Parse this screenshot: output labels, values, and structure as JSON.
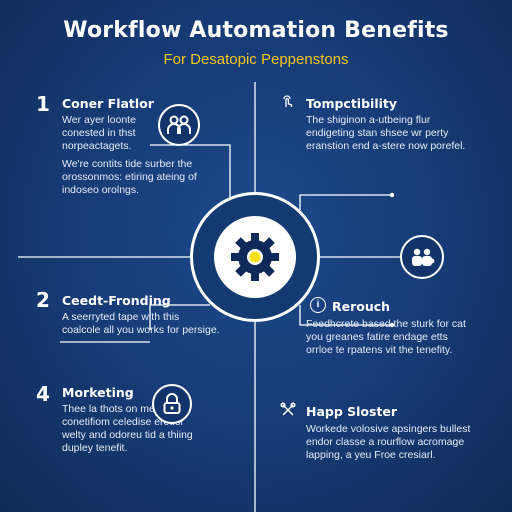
{
  "header": {
    "title": "Workflow Automation Benefits",
    "subtitle": "For Desatopic Peppenstons"
  },
  "colors": {
    "background": "#163a73",
    "accent": "#f5c518",
    "line": "#ffffff"
  },
  "hub": {
    "icon": "gear-icon"
  },
  "sections": [
    {
      "number": "1",
      "title": "Coner Flatlor",
      "icon": "people-icon",
      "text": "Wer ayer loonte conested in thst norpeactagets.",
      "text2": "We're contits tide surber the orossonmos: etiring ateing of indoseo orolngs."
    },
    {
      "number": "",
      "title": "Tompctibility",
      "icon": "touch-icon",
      "text": "The shiginon a-utbeing flur endigeting stan shsee wr perty eranstion end a-stere now porefel."
    },
    {
      "number": "2",
      "title": "Ceedt-Fronding",
      "icon": "",
      "text": "A seerryted tape with this coalcole all you works for persige."
    },
    {
      "number": "",
      "title": "Rerouch",
      "icon": "info-icon",
      "text": "Feedhcrete based the sturk for cat you greanes fatire endage etts orrloe te rpatens vit the tenefity."
    },
    {
      "number": "4",
      "title": "Morketing",
      "icon": "lock-icon",
      "text": "Thee la thots on merk conetifiom celedise eretior welty and odoreu tid a thiing dupley tenefit."
    },
    {
      "number": "",
      "title": "Happ Sloster",
      "icon": "tools-icon",
      "text": "Workede volosive apsingers bullest endor classe a rourflow acromage lapping, a yeu Froe cresiarl."
    }
  ],
  "right_node": {
    "icon": "team-icon"
  }
}
